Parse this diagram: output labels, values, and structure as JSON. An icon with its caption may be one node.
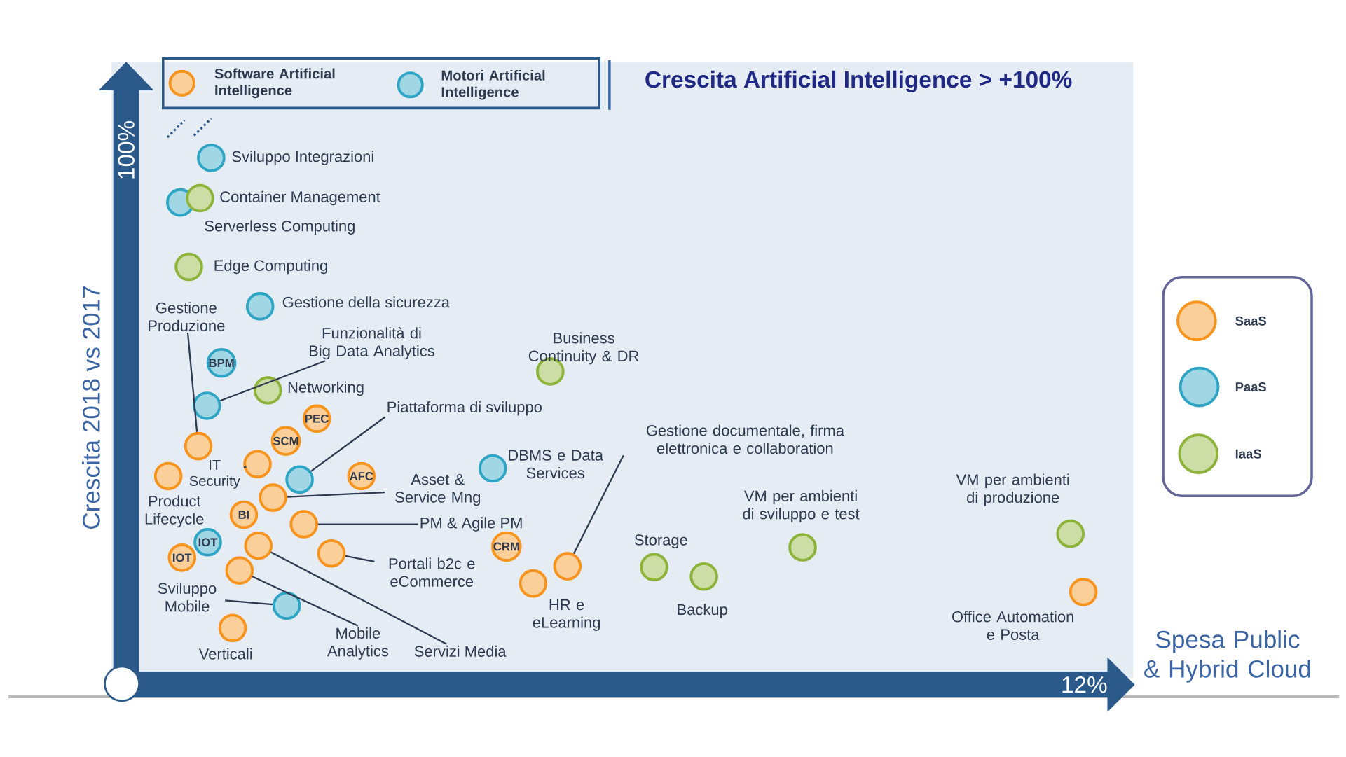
{
  "diagram": {
    "title": "Crescita Artificial Intelligence > +100%",
    "nodes": [
      {
        "text": [],
        "shape": "circle",
        "beside": [
          "Sviluppo Integrazioni"
        ]
      },
      {
        "text": [],
        "shape": "circle",
        "beside": [
          "Serverless Computing"
        ]
      },
      {
        "text": [],
        "shape": "circle",
        "beside": [
          "Container Management"
        ]
      },
      {
        "text": [],
        "shape": "circle",
        "beside": [
          "Edge Computing"
        ]
      },
      {
        "text": [],
        "shape": "circle",
        "beside": [
          "Gestione della sicurezza"
        ]
      },
      {
        "text": [
          "Gestione Produzione"
        ]
      },
      {
        "text": [
          "BPM"
        ]
      },
      {
        "text": [
          "Funzionalità di Big Data Analytics"
        ]
      },
      {
        "text": [],
        "shape": "circle"
      },
      {
        "text": [],
        "shape": "circle",
        "beside": [
          "Networking"
        ]
      },
      {
        "text": [],
        "shape": "circle",
        "beside": [
          "Business Continuity & DR"
        ]
      },
      {
        "text": [
          "PEC"
        ]
      },
      {
        "text": [
          "SCM"
        ]
      },
      {
        "text": [
          "Piattaforma di sviluppo"
        ]
      },
      {
        "text": [],
        "shape": "circle"
      },
      {
        "text": [
          "IT Security"
        ]
      },
      {
        "text": [],
        "shape": "circle"
      },
      {
        "text": [],
        "shape": "circle"
      },
      {
        "text": [],
        "shape": "circle",
        "beside": [
          "Product Lifecycle"
        ]
      },
      {
        "text": [
          "AFC"
        ]
      },
      {
        "text": [],
        "shape": "circle",
        "beside": [
          "DBMS e Data Services"
        ]
      },
      {
        "text": [
          "Asset & Service Mng"
        ]
      },
      {
        "text": [],
        "shape": "circle"
      },
      {
        "text": [
          "BI"
        ]
      },
      {
        "text": [],
        "shape": "circle"
      },
      {
        "text": [
          "PM & Agile PM"
        ]
      },
      {
        "text": [
          "IOT"
        ]
      },
      {
        "text": [
          "IOT"
        ]
      },
      {
        "text": [],
        "shape": "circle"
      },
      {
        "text": [],
        "shape": "circle"
      },
      {
        "text": [
          "Portali b2c e eCommerce"
        ]
      },
      {
        "text": [
          "CRM"
        ]
      },
      {
        "text": [],
        "shape": "circle"
      },
      {
        "text": [
          "Sviluppo Mobile"
        ]
      },
      {
        "text": [],
        "shape": "circle"
      },
      {
        "text": [],
        "shape": "circle",
        "beside": [
          "Verticali"
        ]
      },
      {
        "text": [
          "Mobile Analytics"
        ]
      },
      {
        "text": [
          "Servizi Media"
        ]
      },
      {
        "text": [
          "Gestione documentale, firma elettronica e collaboration"
        ]
      },
      {
        "text": [],
        "shape": "circle"
      },
      {
        "text": [],
        "shape": "circle",
        "beside": [
          "HR e eLearning"
        ]
      },
      {
        "text": [],
        "shape": "circle",
        "beside": [
          "Storage"
        ]
      },
      {
        "text": [],
        "shape": "circle",
        "beside": [
          "Backup"
        ]
      },
      {
        "text": [],
        "shape": "circle",
        "beside": [
          "VM per ambienti di sviluppo e test"
        ]
      },
      {
        "text": [],
        "shape": "circle",
        "beside": [
          "VM per ambienti di produzione"
        ]
      },
      {
        "text": [],
        "shape": "circle",
        "beside": [
          "Office Automation e Posta"
        ]
      }
    ],
    "edges": [
      {
        "from": 5,
        "to": 14,
        "arrow": "none"
      },
      {
        "from": 7,
        "to": 8,
        "arrow": "none"
      },
      {
        "from": 13,
        "to": 17,
        "arrow": "none"
      },
      {
        "from": 15,
        "to": 16,
        "arrow": "none"
      },
      {
        "from": 21,
        "to": 22,
        "arrow": "none"
      },
      {
        "from": 25,
        "to": 24,
        "arrow": "none"
      },
      {
        "from": 30,
        "to": 29,
        "arrow": "none"
      },
      {
        "from": 33,
        "to": 34,
        "arrow": "none"
      },
      {
        "from": 36,
        "to": 32,
        "arrow": "none"
      },
      {
        "from": 37,
        "to": 28,
        "arrow": "none"
      },
      {
        "from": 38,
        "to": 39,
        "arrow": "none"
      }
    ],
    "labels": [
      "100%",
      "Crescita 2018 vs 2017",
      "12%",
      "Spesa Public & Hybrid Cloud"
    ],
    "legend": [
      {
        "text": "Software Artificial Intelligence",
        "color": "#f7941d"
      },
      {
        "text": "Motori Artificial Intelligence",
        "color": "#2fa5c6"
      },
      {
        "text": "SaaS",
        "color": "#f7941d"
      },
      {
        "text": "PaaS",
        "color": "#2fa5c6"
      },
      {
        "text": "IaaS",
        "color": "#8db33a"
      }
    ]
  }
}
